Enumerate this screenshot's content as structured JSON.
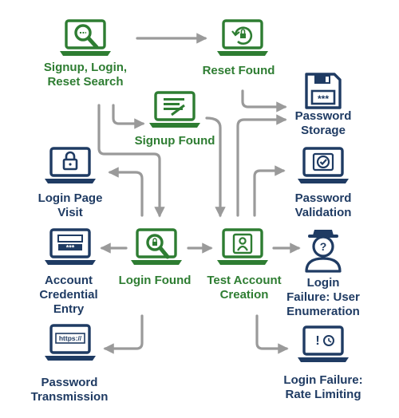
{
  "colors": {
    "green": "#2e7d32",
    "navy": "#1f3b63",
    "connector": "#9a9a9a"
  },
  "nodes": {
    "signup_login_reset_search": {
      "label": "Signup, Login,\nReset Search",
      "icon": "laptop-search-icon"
    },
    "reset_found": {
      "label": "Reset Found",
      "icon": "laptop-reset-icon"
    },
    "signup_found": {
      "label": "Signup Found",
      "icon": "laptop-form-icon"
    },
    "password_storage": {
      "label": "Password\nStorage",
      "icon": "floppy-disk-icon"
    },
    "login_page_visit": {
      "label": "Login Page\nVisit",
      "icon": "laptop-lock-icon"
    },
    "password_validation": {
      "label": "Password\nValidation",
      "icon": "laptop-check-icon"
    },
    "account_credential_entry": {
      "label": "Account\nCredential\nEntry",
      "icon": "laptop-credentials-icon"
    },
    "login_found": {
      "label": "Login Found",
      "icon": "laptop-search-icon"
    },
    "test_account_creation": {
      "label": "Test Account\nCreation",
      "icon": "laptop-user-icon"
    },
    "login_failure_user_enumeration": {
      "label": "Login\nFailure: User\nEnumeration",
      "icon": "spy-user-icon"
    },
    "password_transmission": {
      "label": "Password\nTransmission",
      "icon": "laptop-https-icon",
      "url_text": "https://"
    },
    "login_failure_rate_limiting": {
      "label": "Login Failure:\nRate Limiting",
      "icon": "laptop-alert-timer-icon",
      "alert_text": "!"
    }
  }
}
